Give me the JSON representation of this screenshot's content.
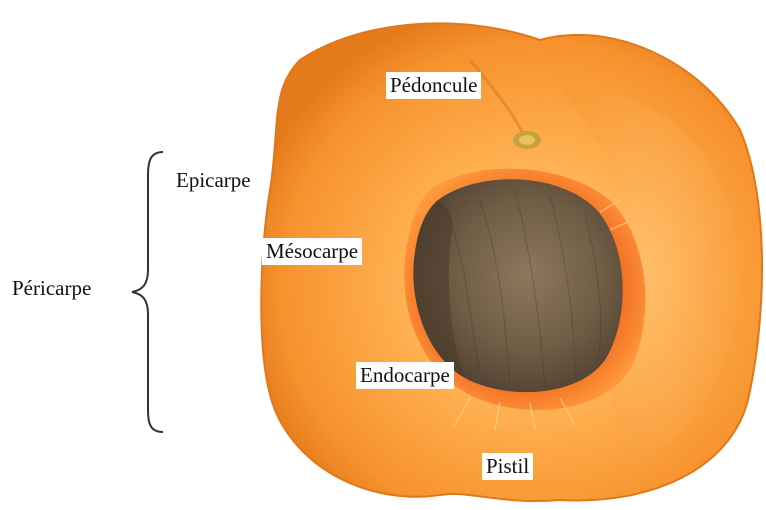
{
  "labels": {
    "peduncle": "Pédoncule",
    "epicarp": "Epicarpe",
    "mesocarp": "Mésocarpe",
    "pericarp": "Péricarpe",
    "endocarp": "Endocarpe",
    "pistil": "Pistil"
  },
  "colors": {
    "background": "#ffffff",
    "flesh_outer": "#f3902a",
    "flesh_inner": "#ffb560",
    "pit": "#6b5a45",
    "endocarp_red": "#e8581c",
    "label_text": "#111111",
    "brace": "#333333"
  }
}
